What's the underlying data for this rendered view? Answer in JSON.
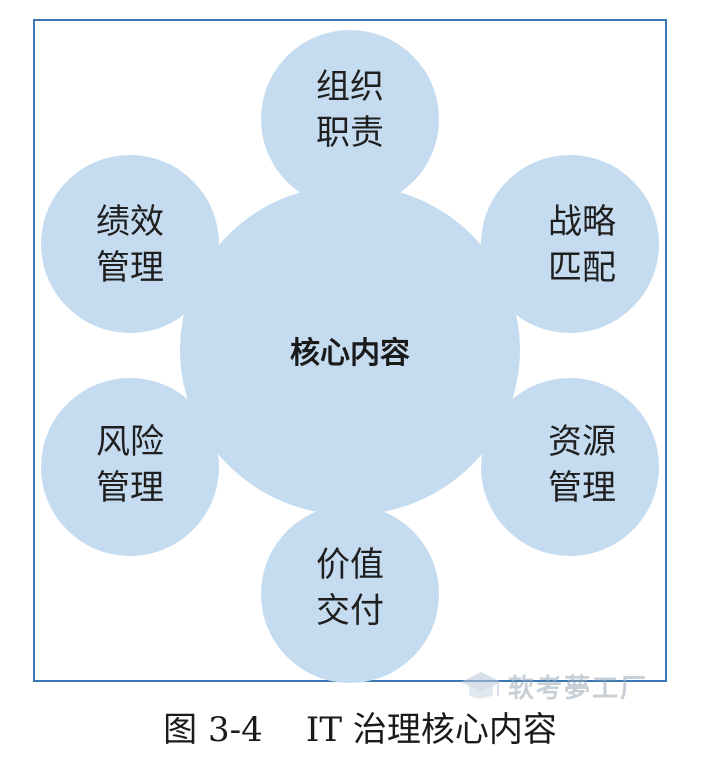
{
  "diagram": {
    "center": "核心内容",
    "nodes": [
      {
        "id": "top",
        "lines": [
          "组织",
          "职责"
        ]
      },
      {
        "id": "upper-right",
        "lines": [
          "战略",
          "匹配"
        ]
      },
      {
        "id": "lower-right",
        "lines": [
          "资源",
          "管理"
        ]
      },
      {
        "id": "bottom",
        "lines": [
          "价值",
          "交付"
        ]
      },
      {
        "id": "lower-left",
        "lines": [
          "风险",
          "管理"
        ]
      },
      {
        "id": "upper-left",
        "lines": [
          "绩效",
          "管理"
        ]
      }
    ],
    "colors": {
      "circle_fill": "#c5dcf0",
      "frame_border": "#3a78b4"
    }
  },
  "caption": "图 3-4    IT 治理核心内容",
  "watermark": {
    "text": "软考夢工厂",
    "icon": "graduation-cap-icon"
  }
}
